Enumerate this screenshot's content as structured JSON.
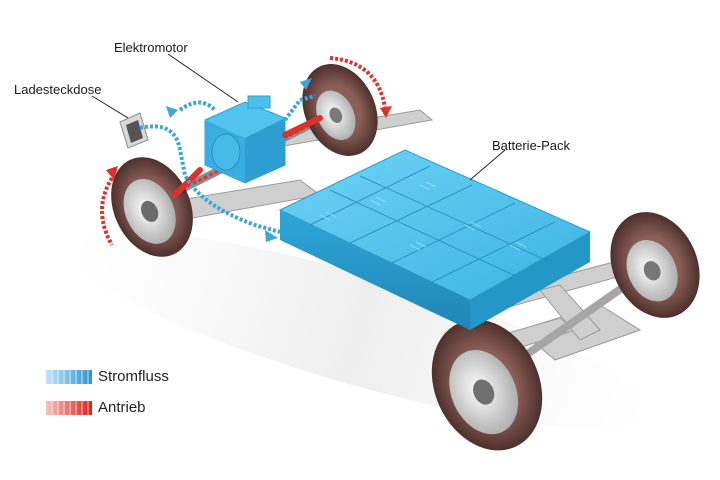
{
  "labels": {
    "motor": "Elektromotor",
    "socket": "Ladesteckdose",
    "battery": "Batterie-Pack"
  },
  "legend": {
    "current_flow": "Stromfluss",
    "drive": "Antrieb"
  },
  "colors": {
    "battery": "#3bb8e6",
    "current_flow": "#3aa6da",
    "drive": "#e0302a",
    "tire": "#6e4a45",
    "chassis": "#c9c9c9"
  }
}
